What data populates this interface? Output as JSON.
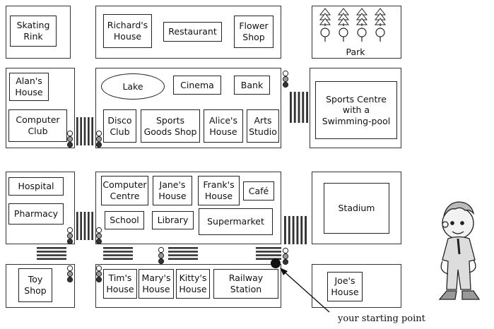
{
  "places": {
    "skating_rink": "Skating\nRink",
    "richards_house": "Richard's\nHouse",
    "restaurant": "Restaurant",
    "flower_shop": "Flower\nShop",
    "park": "Park",
    "alans_house": "Alan's\nHouse",
    "computer_club": "Computer\nClub",
    "lake": "Lake",
    "cinema": "Cinema",
    "bank": "Bank",
    "sports_centre": "Sports Centre\nwith a\nSwimming-pool",
    "disco_club": "Disco\nClub",
    "sports_goods_shop": "Sports\nGoods Shop",
    "alices_house": "Alice's\nHouse",
    "arts_studio": "Arts\nStudio",
    "hospital": "Hospital",
    "pharmacy": "Pharmacy",
    "computer_centre": "Computer\nCentre",
    "janes_house": "Jane's\nHouse",
    "franks_house": "Frank's\nHouse",
    "cafe": "Café",
    "school": "School",
    "library": "Library",
    "supermarket": "Supermarket",
    "stadium": "Stadium",
    "toy_shop": "Toy\nShop",
    "tims_house": "Tim's\nHouse",
    "marys_house": "Mary's\nHouse",
    "kittys_house": "Kitty's\nHouse",
    "railway_station": "Railway\nStation",
    "joes_house": "Joe's\nHouse"
  },
  "caption": "your starting point",
  "icons": [
    "tree-icon",
    "traffic-light-icon",
    "zebra-crossing-icon",
    "start-marker-icon",
    "boy-figure-icon"
  ],
  "colors": {
    "ink": "#222222",
    "stripe": "#333333"
  }
}
